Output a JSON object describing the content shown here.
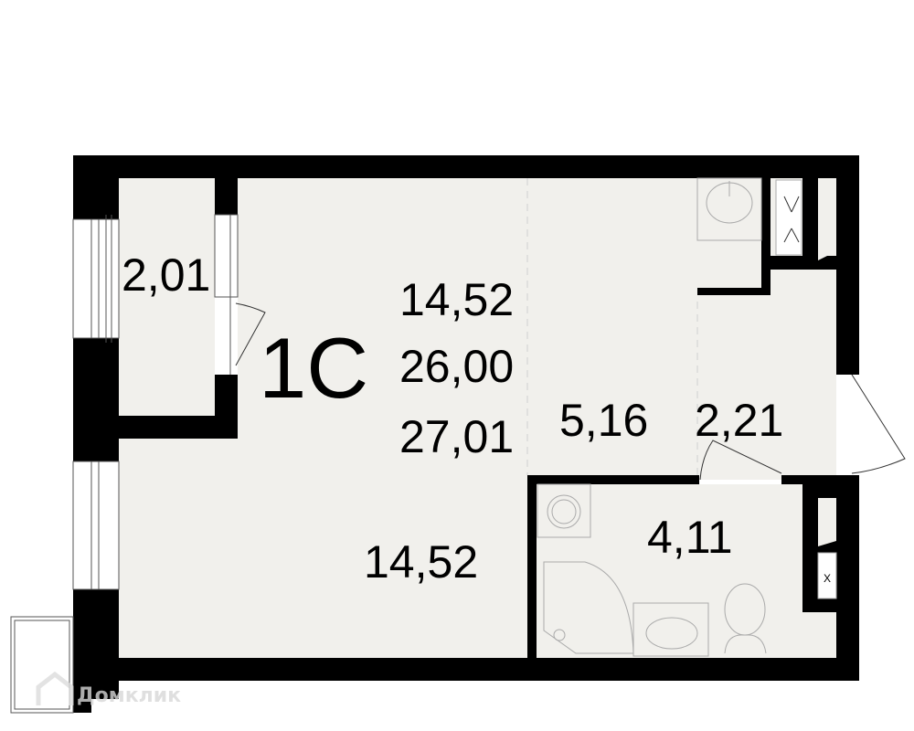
{
  "plan": {
    "apartment_type": "1С",
    "summary_areas": [
      "14,52",
      "26,00",
      "27,01"
    ],
    "rooms": {
      "loggia": "2,01",
      "living_room": "14,52",
      "kitchen": "5,16",
      "hallway": "2,21",
      "bathroom": "4,11"
    },
    "watermark": "Домклик",
    "colors": {
      "floor": "#f1f0ec",
      "wall": "#000000"
    }
  }
}
